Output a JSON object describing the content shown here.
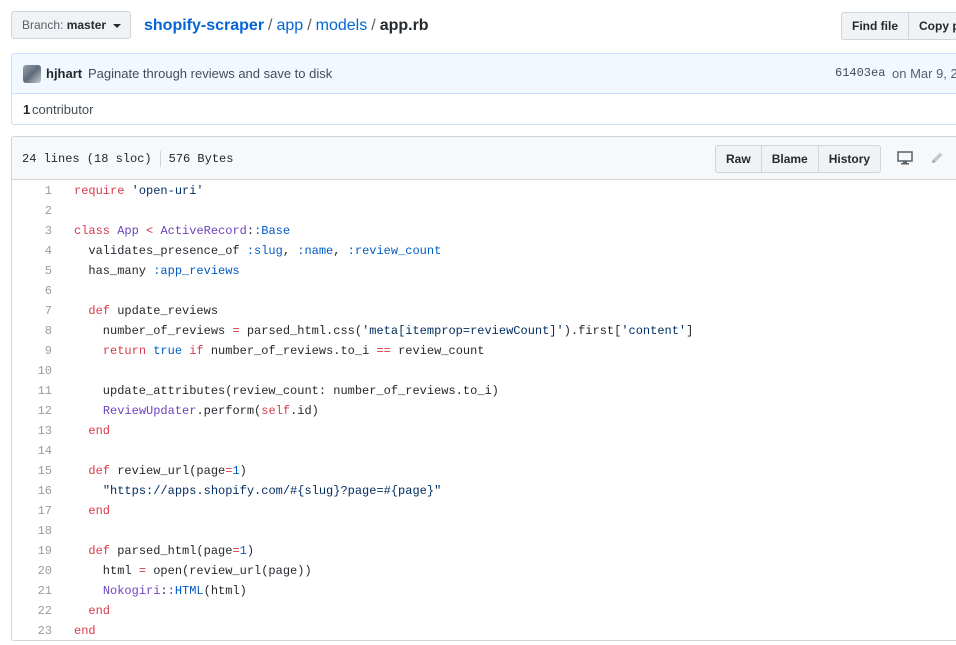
{
  "branch": {
    "label": "Branch:",
    "value": "master"
  },
  "breadcrumb": {
    "repo": "shopify-scraper",
    "parts": [
      "app",
      "models"
    ],
    "file": "app.rb",
    "separator": "/"
  },
  "actions": {
    "find_file": "Find file",
    "copy_path": "Copy p"
  },
  "commit": {
    "author": "hjhart",
    "message": "Paginate through reviews and save to disk",
    "sha": "61403ea",
    "date": "on Mar 9, 2"
  },
  "contributors": {
    "count": "1",
    "label": "contributor"
  },
  "file": {
    "lines_info": "24 lines (18 sloc)",
    "size": "576 Bytes",
    "buttons": [
      "Raw",
      "Blame",
      "History"
    ]
  },
  "code_lines": [
    "require 'open-uri'",
    "",
    "class App < ActiveRecord::Base",
    "  validates_presence_of :slug, :name, :review_count",
    "  has_many :app_reviews",
    "",
    "  def update_reviews",
    "    number_of_reviews = parsed_html.css('meta[itemprop=reviewCount]').first['content']",
    "    return true if number_of_reviews.to_i == review_count",
    "",
    "    update_attributes(review_count: number_of_reviews.to_i)",
    "    ReviewUpdater.perform(self.id)",
    "  end",
    "",
    "  def review_url(page=1)",
    "    \"https://apps.shopify.com/#{slug}?page=#{page}\"",
    "  end",
    "",
    "  def parsed_html(page=1)",
    "    html = open(review_url(page))",
    "    Nokogiri::HTML(html)",
    "  end",
    "end"
  ],
  "colors": {
    "link": "#0366d6",
    "keyword": "#d73a49",
    "string": "#032f62",
    "symbol": "#005cc5",
    "class": "#6f42c1"
  }
}
